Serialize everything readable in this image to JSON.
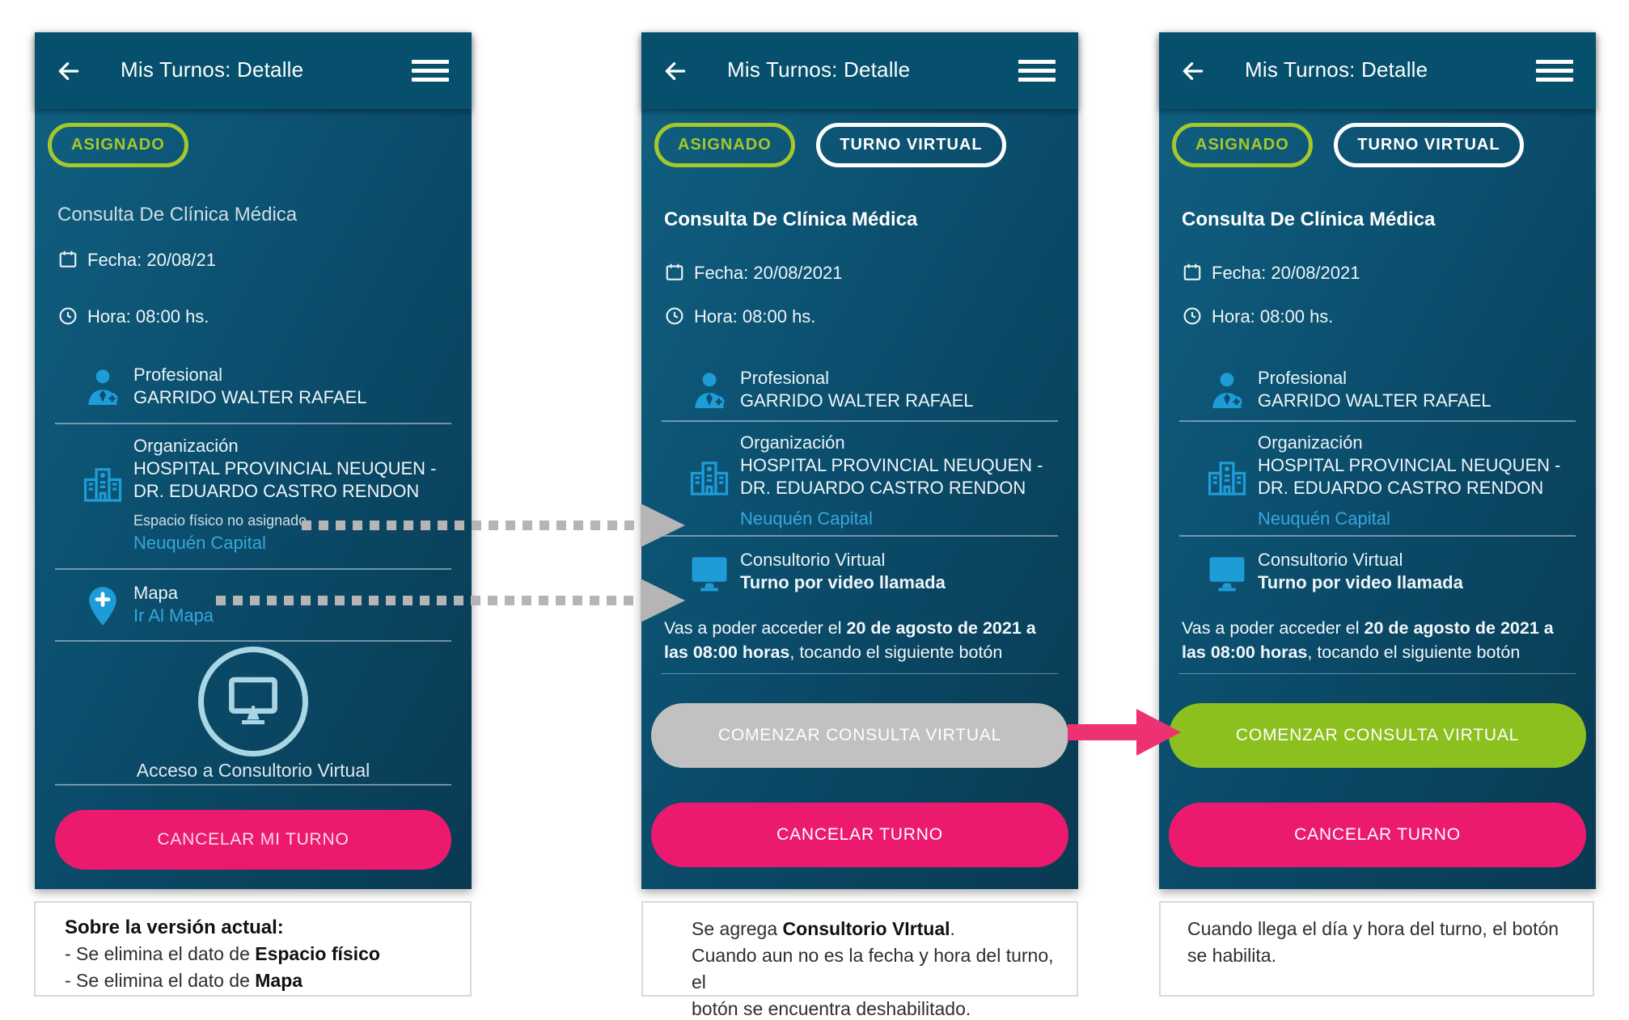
{
  "colors": {
    "phone_bg": "#0b4e6d",
    "header_bg": "#07506d",
    "accent_icon_blue": "#1e9cd7",
    "link_blue": "#38a6dc",
    "badge_green": "#a4c82a",
    "pink_button": "#ec1a6e",
    "disabled_gray": "#c2c1c1",
    "enabled_green": "#8cc01e",
    "pale_monitor": "#a9d6e5",
    "arrow_gray": "#b5b5b5",
    "arrow_pink": "#ee3173"
  },
  "icons": {
    "back": "arrow-left-icon",
    "menu": "hamburger-menu-icon",
    "calendar": "calendar-icon",
    "clock": "clock-icon",
    "professional": "doctor-icon",
    "organization": "hospital-icon",
    "map": "map-pin-icon",
    "monitor": "monitor-icon"
  },
  "phone1": {
    "header_title": "Mis Turnos: Detalle",
    "badge_asignado": "ASIGNADO",
    "service_name": "Consulta De Clínica Médica",
    "fecha": "Fecha: 20/08/21",
    "hora": "Hora: 08:00 hs.",
    "profesional_label": "Profesional",
    "profesional_name": "GARRIDO WALTER RAFAEL",
    "organizacion_label": "Organización",
    "organizacion_line1": "HOSPITAL PROVINCIAL NEUQUEN -",
    "organizacion_line2": "DR. EDUARDO CASTRO RENDON",
    "espacio_fisico_note": "Espacio físico no asignado",
    "organizacion_link": "Neuquén Capital",
    "mapa_label": "Mapa",
    "mapa_link": "Ir Al Mapa",
    "acceso_label": "Acceso a Consultorio Virtual",
    "cancel_button": "CANCELAR MI TURNO"
  },
  "phone2": {
    "header_title": "Mis Turnos: Detalle",
    "badge_asignado": "ASIGNADO",
    "badge_virtual": "TURNO VIRTUAL",
    "service_name": "Consulta De Clínica Médica",
    "fecha": "Fecha: 20/08/2021",
    "hora": "Hora: 08:00 hs.",
    "profesional_label": "Profesional",
    "profesional_name": "GARRIDO WALTER RAFAEL",
    "organizacion_label": "Organización",
    "organizacion_line1": "HOSPITAL PROVINCIAL NEUQUEN -",
    "organizacion_line2": "DR. EDUARDO CASTRO RENDON",
    "organizacion_link": "Neuquén Capital",
    "consultorio_label": "Consultorio Virtual",
    "consultorio_bold": "Turno por video llamada",
    "access_pre": "Vas a poder acceder el ",
    "access_bold": "20 de agosto de 2021 a las 08:00 horas",
    "access_post": ", tocando el siguiente botón",
    "start_button": "COMENZAR CONSULTA VIRTUAL",
    "cancel_button": "CANCELAR TURNO"
  },
  "phone3": {
    "header_title": "Mis Turnos: Detalle",
    "badge_asignado": "ASIGNADO",
    "badge_virtual": "TURNO VIRTUAL",
    "service_name": "Consulta De Clínica Médica",
    "fecha": "Fecha: 20/08/2021",
    "hora": "Hora: 08:00 hs.",
    "profesional_label": "Profesional",
    "profesional_name": "GARRIDO WALTER RAFAEL",
    "organizacion_label": "Organización",
    "organizacion_line1": "HOSPITAL PROVINCIAL NEUQUEN -",
    "organizacion_line2": "DR. EDUARDO CASTRO RENDON",
    "organizacion_link": "Neuquén Capital",
    "consultorio_label": "Consultorio Virtual",
    "consultorio_bold": "Turno por video llamada",
    "access_pre": "Vas a poder acceder el ",
    "access_bold": "20 de agosto de 2021 a las 08:00 horas",
    "access_post": ", tocando el siguiente botón",
    "start_button": "COMENZAR CONSULTA VIRTUAL",
    "cancel_button": "CANCELAR TURNO"
  },
  "captions": {
    "c1_title": "Sobre la versión actual:",
    "c1_line1_pre": "- Se elimina el dato de ",
    "c1_line1_bold": "Espacio físico",
    "c1_line2_pre": "- Se elimina el dato de ",
    "c1_line2_bold": "Mapa",
    "c2_line1_pre": "Se agrega ",
    "c2_line1_bold": "Consultorio VIrtual",
    "c2_line1_post": ".",
    "c2_line2": "Cuando aun no es la fecha y hora del turno, el",
    "c2_line3": "botón se encuentra deshabilitado.",
    "c3_line1": "Cuando llega el día y hora del turno, el botón",
    "c3_line2": "se habilita."
  }
}
